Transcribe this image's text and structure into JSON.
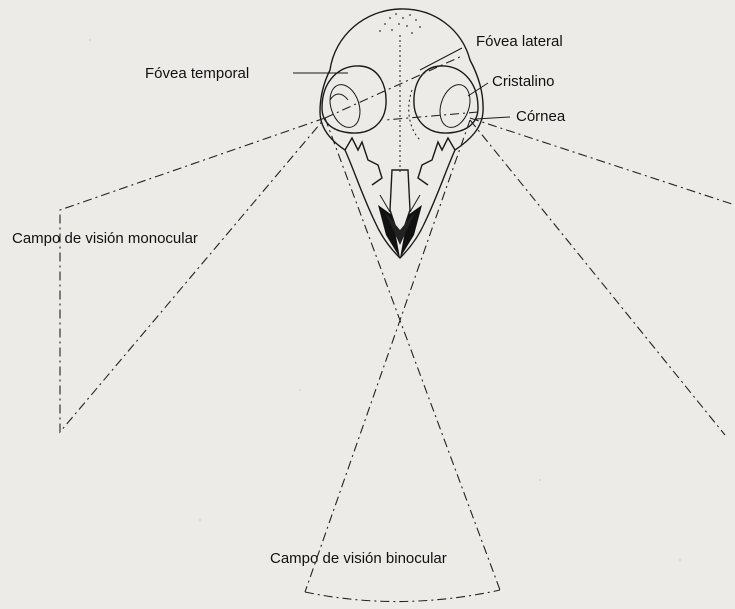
{
  "labels": {
    "fovea_temporal": "Fóvea temporal",
    "fovea_lateral": "Fóvea lateral",
    "cristalino": "Cristalino",
    "cornea": "Córnea",
    "campo_monocular": "Campo de visión monocular",
    "campo_binocular": "Campo de visión binocular"
  }
}
